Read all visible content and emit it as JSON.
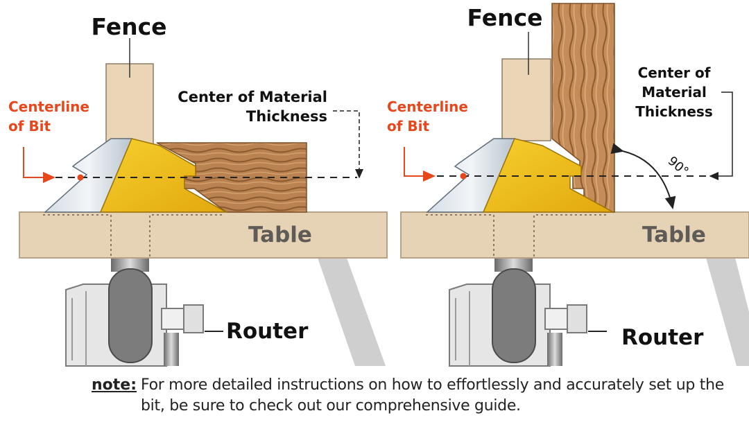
{
  "panels": [
    {
      "fence_label": "Fence",
      "centerline_label": [
        "Centerline",
        "of Bit"
      ],
      "center_thickness_label": [
        "Center of Material",
        "Thickness"
      ],
      "table_label": "Table",
      "router_label": "Router"
    },
    {
      "fence_label": "Fence",
      "centerline_label": [
        "Centerline",
        "of Bit"
      ],
      "center_thickness_label": [
        "Center of",
        "Material",
        "Thickness"
      ],
      "table_label": "Table",
      "router_label": "Router",
      "angle_label": "90°"
    }
  ],
  "note": {
    "label": "note:",
    "text": "For more detailed instructions on how to effortlessly and accurately set up the bit, be sure to check out our comprehensive guide."
  },
  "colors": {
    "accent_orange": "#e8461b",
    "bit_gold": "#f0c020",
    "table_wood": "#e6d2b5",
    "fence_wood": "#ead6b7",
    "stock_wood": "#b77f4c",
    "router_gray": "#8a8a8a"
  }
}
